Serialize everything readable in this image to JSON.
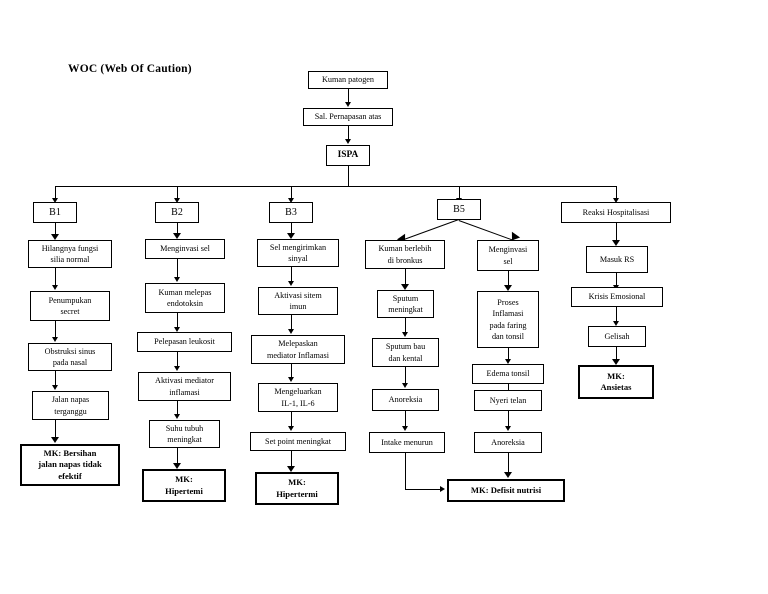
{
  "title": "WOC (Web Of Caution)",
  "top_chain": [
    {
      "id": "kuman-patogen",
      "label": "Kuman patogen"
    },
    {
      "id": "sal-pernapasan-atas",
      "label": "Sal. Pernapasan atas"
    },
    {
      "id": "ispa",
      "label": "ISPA"
    }
  ],
  "branches": [
    {
      "id": "b1",
      "header": "B1",
      "nodes": [
        {
          "id": "b1-1",
          "label": "Hilangnya fungsi\nsilia normal"
        },
        {
          "id": "b1-2",
          "label": "Penumpukan\nsecret"
        },
        {
          "id": "b1-3",
          "label": "Obstruksi sinus\npada nasal"
        },
        {
          "id": "b1-4",
          "label": "Jalan napas\nterganggu"
        }
      ],
      "outcome": {
        "id": "b1-mk",
        "label": "MK: Bersihan\njalan napas tidak\nefektif"
      }
    },
    {
      "id": "b2",
      "header": "B2",
      "nodes": [
        {
          "id": "b2-1",
          "label": "Menginvasi sel"
        },
        {
          "id": "b2-2",
          "label": "Kuman melepas\nendotoksin"
        },
        {
          "id": "b2-3",
          "label": "Pelepasan leukosit"
        },
        {
          "id": "b2-4",
          "label": "Aktivasi mediator\ninflamasi"
        },
        {
          "id": "b2-5",
          "label": "Suhu tubuh\nmeningkat"
        }
      ],
      "outcome": {
        "id": "b2-mk",
        "label": "MK:\nHipertemi"
      }
    },
    {
      "id": "b3",
      "header": "B3",
      "nodes": [
        {
          "id": "b3-1",
          "label": "Sel mengirimkan\nsinyal"
        },
        {
          "id": "b3-2",
          "label": "Aktivasi sitem\nimun"
        },
        {
          "id": "b3-3",
          "label": "Melepaskan\nmediator Inflamasi"
        },
        {
          "id": "b3-4",
          "label": "Mengeluarkan\nIL-1, IL-6"
        },
        {
          "id": "b3-5",
          "label": "Set point meningkat"
        }
      ],
      "outcome": {
        "id": "b3-mk",
        "label": "MK:\nHipertermi"
      }
    },
    {
      "id": "b5",
      "header": "B5",
      "left_nodes": [
        {
          "id": "b5l-1",
          "label": "Kuman berlebih\ndi bronkus"
        },
        {
          "id": "b5l-2",
          "label": "Sputum\nmeningkat"
        },
        {
          "id": "b5l-3",
          "label": "Sputum bau\ndan kental"
        },
        {
          "id": "b5l-4",
          "label": "Anoreksia"
        },
        {
          "id": "b5l-5",
          "label": "Intake menurun"
        }
      ],
      "right_nodes": [
        {
          "id": "b5r-1",
          "label": "Menginvasi\nsel"
        },
        {
          "id": "b5r-2",
          "label": "Proses\nInflamasi\npada faring\ndan tonsil"
        },
        {
          "id": "b5r-3",
          "label": "Edema tonsil"
        },
        {
          "id": "b5r-4",
          "label": "Nyeri telan"
        },
        {
          "id": "b5r-5",
          "label": "Anoreksia"
        }
      ],
      "outcome": {
        "id": "b5-mk",
        "label": "MK: Defisit nutrisi"
      }
    },
    {
      "id": "hospitalisasi",
      "header": "Reaksi Hospitalisasi",
      "nodes": [
        {
          "id": "h-1",
          "label": "Masuk RS"
        },
        {
          "id": "h-2",
          "label": "Krisis Emosional"
        },
        {
          "id": "h-3",
          "label": "Gelisah"
        }
      ],
      "outcome": {
        "id": "h-mk",
        "label": "MK:\nAnsietas"
      }
    }
  ],
  "colors": {
    "stroke": "#000000",
    "background": "#ffffff",
    "text": "#000000"
  }
}
